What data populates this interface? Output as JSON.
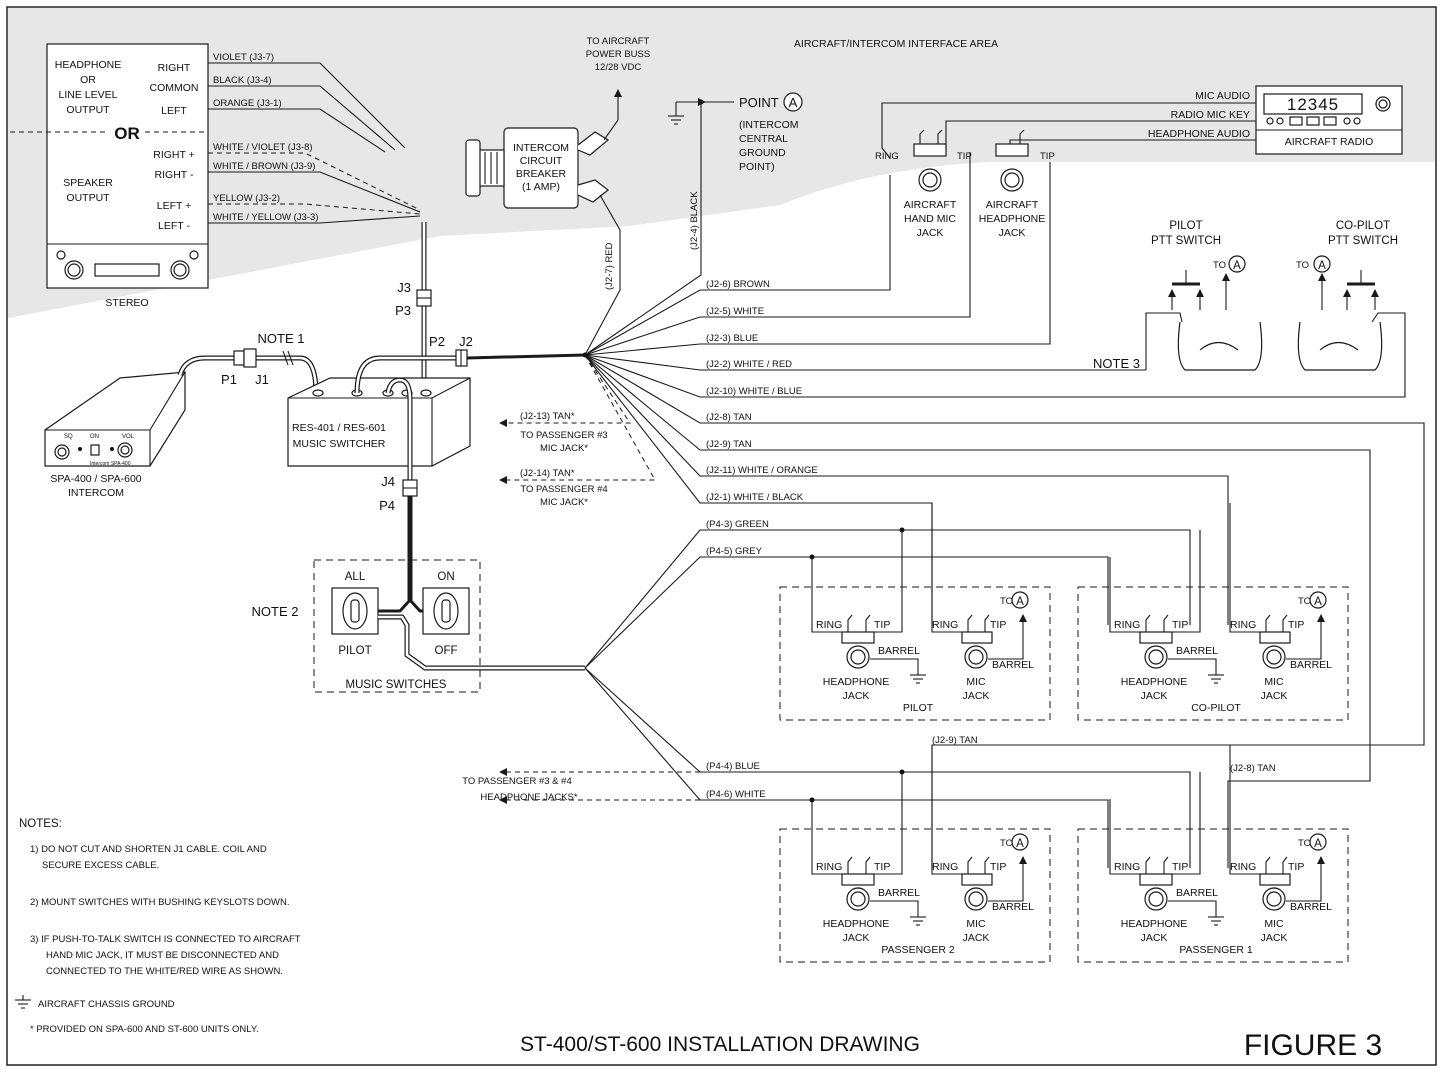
{
  "title": "ST-400/ST-600 INSTALLATION DRAWING",
  "figure": "FIGURE 3",
  "interface_area": "AIRCRAFT/INTERCOM INTERFACE AREA",
  "stereo": {
    "label": "STEREO",
    "hp_output": [
      "HEADPHONE",
      "OR",
      "LINE LEVEL",
      "OUTPUT"
    ],
    "right": "RIGHT",
    "common": "COMMON",
    "left": "LEFT",
    "or": "OR",
    "speaker_output": [
      "SPEAKER",
      "OUTPUT"
    ],
    "right_plus": "RIGHT +",
    "right_minus": "RIGHT -",
    "left_plus": "LEFT +",
    "left_minus": "LEFT -"
  },
  "stereo_wires": [
    "VIOLET (J3-7)",
    "BLACK (J3-4)",
    "ORANGE (J3-1)",
    "WHITE / VIOLET (J3-8)",
    "WHITE / BROWN (J3-9)",
    "YELLOW (J3-2)",
    "WHITE / YELLOW (J3-3)"
  ],
  "power": [
    "TO AIRCRAFT",
    "POWER BUSS",
    "12/28 VDC"
  ],
  "breaker": [
    "INTERCOM",
    "CIRCUIT",
    "BREAKER",
    "(1 AMP)"
  ],
  "point_a": "POINT",
  "point_a_symbol": "A",
  "ground_point": [
    "(INTERCOM",
    "CENTRAL",
    "GROUND",
    "POINT)"
  ],
  "j2_4_black": "(J2-4) BLACK",
  "j2_7_red": "(J2-7) RED",
  "radio": {
    "display": "12345",
    "label": "AIRCRAFT RADIO",
    "mic_audio": "MIC AUDIO",
    "radio_mic_key": "RADIO MIC KEY",
    "headphone_audio": "HEADPHONE AUDIO"
  },
  "hand_mic_jack": [
    "AIRCRAFT",
    "HAND MIC",
    "JACK"
  ],
  "headphone_jack_ac": [
    "AIRCRAFT",
    "HEADPHONE",
    "JACK"
  ],
  "ring": "RING",
  "tip": "TIP",
  "barrel": "BARREL",
  "pilot_ptt": [
    "PILOT",
    "PTT SWITCH"
  ],
  "copilot_ptt": [
    "CO-PILOT",
    "PTT SWITCH"
  ],
  "to": "TO",
  "note1": "NOTE 1",
  "note2": "NOTE 2",
  "note3": "NOTE 3",
  "connectors": {
    "p1": "P1",
    "j1": "J1",
    "p2": "P2",
    "j2": "J2",
    "j3": "J3",
    "p3": "P3",
    "j4": "J4",
    "p4": "P4"
  },
  "intercom": [
    "SPA-400 / SPA-600",
    "INTERCOM"
  ],
  "intercom_face": {
    "sq": "SQ",
    "on": "ON",
    "vol": "VOL",
    "brand": "Intercom SPA-400"
  },
  "switcher": [
    "RES-401 / RES-601",
    "MUSIC SWITCHER"
  ],
  "music_switches": {
    "all": "ALL",
    "on": "ON",
    "pilot": "PILOT",
    "off": "OFF",
    "label": "MUSIC SWITCHES"
  },
  "j2_wires": [
    "(J2-6) BROWN",
    "(J2-5) WHITE",
    "(J2-3) BLUE",
    "(J2-2) WHITE / RED",
    "(J2-10) WHITE / BLUE",
    "(J2-8) TAN",
    "(J2-9) TAN",
    "(J2-11) WHITE / ORANGE",
    "(J2-1) WHITE / BLACK"
  ],
  "pass3": {
    "wire": "(J2-13) TAN*",
    "to": [
      "TO PASSENGER #3",
      "MIC JACK*"
    ]
  },
  "pass4": {
    "wire": "(J2-14) TAN*",
    "to": [
      "TO PASSENGER #4",
      "MIC JACK*"
    ]
  },
  "p4_wires": [
    "(P4-3) GREEN",
    "(P4-5) GREY",
    "(P4-4) BLUE",
    "(P4-6) WHITE"
  ],
  "pass34_hp": [
    "TO PASSENGER #3 & #4",
    "HEADPHONE JACKS*"
  ],
  "j2_9_tan": "(J2-9) TAN",
  "j2_8_tan": "(J2-8) TAN",
  "headphone_jack": [
    "HEADPHONE",
    "JACK"
  ],
  "mic_jack": [
    "MIC",
    "JACK"
  ],
  "stations": [
    "PILOT",
    "CO-PILOT",
    "PASSENGER 2",
    "PASSENGER 1"
  ],
  "notes": {
    "heading": "NOTES:",
    "lines": [
      "1) DO NOT CUT AND SHORTEN J1 CABLE. COIL AND",
      "SECURE EXCESS CABLE.",
      "2) MOUNT SWITCHES WITH BUSHING KEYSLOTS DOWN.",
      "3) IF PUSH-TO-TALK SWITCH IS CONNECTED TO AIRCRAFT",
      "HAND MIC JACK, IT MUST BE DISCONNECTED AND",
      "CONNECTED TO THE WHITE/RED WIRE AS SHOWN."
    ],
    "ground": "AIRCRAFT CHASSIS GROUND",
    "provided": "* PROVIDED ON SPA-600 AND ST-600 UNITS ONLY."
  }
}
